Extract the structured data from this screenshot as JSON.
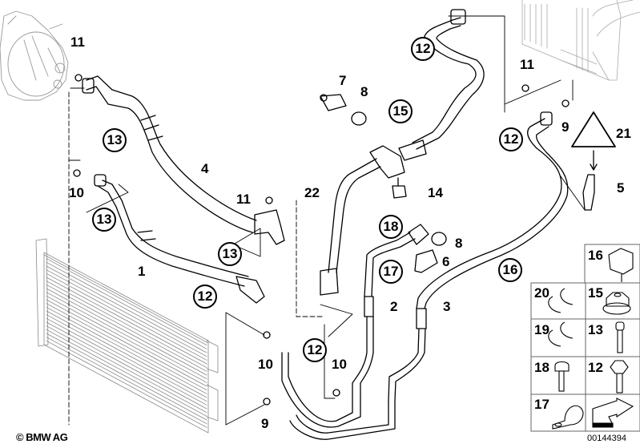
{
  "diagram": {
    "title": "Air conditioning refrigerant lines — parts diagram",
    "copyright": "© BMW AG",
    "document_number": "00144394",
    "line_color": "#000000",
    "background": "#ffffff",
    "labels": [
      {
        "id": "l11a",
        "text": "11",
        "circled": false
      },
      {
        "id": "l13a",
        "text": "13",
        "circled": true
      },
      {
        "id": "l4",
        "text": "4",
        "circled": false
      },
      {
        "id": "l10a",
        "text": "10",
        "circled": false
      },
      {
        "id": "l13b",
        "text": "13",
        "circled": true
      },
      {
        "id": "l11b",
        "text": "11",
        "circled": false
      },
      {
        "id": "l13c",
        "text": "13",
        "circled": true
      },
      {
        "id": "l1",
        "text": "1",
        "circled": false
      },
      {
        "id": "l12a",
        "text": "12",
        "circled": true
      },
      {
        "id": "l7",
        "text": "7",
        "circled": false
      },
      {
        "id": "l8a",
        "text": "8",
        "circled": false
      },
      {
        "id": "l15",
        "text": "15",
        "circled": true
      },
      {
        "id": "l22",
        "text": "22",
        "circled": false
      },
      {
        "id": "l14",
        "text": "14",
        "circled": false
      },
      {
        "id": "l12b",
        "text": "12",
        "circled": true
      },
      {
        "id": "l11c",
        "text": "11",
        "circled": false
      },
      {
        "id": "l9a",
        "text": "9",
        "circled": false
      },
      {
        "id": "l12c",
        "text": "12",
        "circled": true
      },
      {
        "id": "l21",
        "text": "21",
        "circled": false
      },
      {
        "id": "l5",
        "text": "5",
        "circled": false
      },
      {
        "id": "l18",
        "text": "18",
        "circled": true
      },
      {
        "id": "l17",
        "text": "17",
        "circled": true
      },
      {
        "id": "l8b",
        "text": "8",
        "circled": false
      },
      {
        "id": "l6",
        "text": "6",
        "circled": false
      },
      {
        "id": "l16",
        "text": "16",
        "circled": true
      },
      {
        "id": "l2",
        "text": "2",
        "circled": false
      },
      {
        "id": "l3",
        "text": "3",
        "circled": false
      },
      {
        "id": "l12d",
        "text": "12",
        "circled": true
      },
      {
        "id": "l10b",
        "text": "10",
        "circled": false
      },
      {
        "id": "l12e",
        "text": "12",
        "circled": true
      },
      {
        "id": "l10c",
        "text": "10",
        "circled": false
      },
      {
        "id": "l9b",
        "text": "9",
        "circled": false
      }
    ],
    "legend": [
      {
        "num": "16",
        "part": "clip-bracket"
      },
      {
        "num": "20",
        "part": "double-clamp"
      },
      {
        "num": "15",
        "part": "flange-nut"
      },
      {
        "num": "19",
        "part": "double-clamp-small"
      },
      {
        "num": "13",
        "part": "socket-head-bolt"
      },
      {
        "num": "18",
        "part": "hex-flange-bolt"
      },
      {
        "num": "12",
        "part": "hex-bolt"
      },
      {
        "num": "17",
        "part": "p-clamp"
      },
      {
        "num": "",
        "part": "direction-arrow"
      }
    ]
  }
}
